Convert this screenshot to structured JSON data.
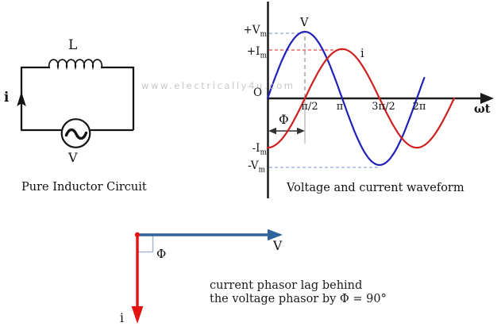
{
  "watermark": "www.electrically4u.com",
  "colors": {
    "wave_blue": "#2121b8",
    "wave_red": "#cf2020",
    "dash_blue": "#8fa7d9",
    "dash_red": "#e04848",
    "phasor_blue": "#31639c",
    "phasor_red": "#e51212",
    "axis_black": "#1c1c1c",
    "guide_gray": "#9a9a9a",
    "watermark_gray": "#c7c7c7"
  },
  "circuit": {
    "caption": "Pure Inductor Circuit",
    "inductor_label": "L",
    "current_label": "i",
    "source_label": "V"
  },
  "waveform": {
    "caption": "Voltage and current waveform",
    "origin_label": "O",
    "x_axis_label": "ωt",
    "x_ticks": [
      "π/2",
      "π",
      "3π/2",
      "2π"
    ],
    "y_labels": [
      {
        "t": "+V",
        "s": "m"
      },
      {
        "t": "+I",
        "s": "m"
      },
      {
        "t": "-I",
        "s": "m"
      },
      {
        "t": "-V",
        "s": "m"
      }
    ],
    "curve_labels": {
      "voltage": "V",
      "current": "i"
    },
    "phase_label": "Φ"
  },
  "phasor": {
    "v_label": "V",
    "i_label": "i",
    "angle_label": "Φ",
    "note_line1": "current phasor lag behind",
    "note_line2": "the voltage phasor by Φ = 90°"
  },
  "chart_data": {
    "type": "line",
    "title": "Voltage and current waveform",
    "xlabel": "ωt",
    "ylabel": "",
    "x_ticks_pi": [
      0.5,
      1,
      1.5,
      2
    ],
    "x_tick_labels": [
      "π/2",
      "π",
      "3π/2",
      "2π"
    ],
    "y_levels": {
      "+Vm": 1.0,
      "+Im": 0.74,
      "-Im": -0.74,
      "-Vm": -1.0
    },
    "series": [
      {
        "name": "V",
        "color": "#2121b8",
        "amplitude_rel": 1.0,
        "phase_deg": 0,
        "t_start_pi": 0,
        "t_end_pi": 2.1
      },
      {
        "name": "i",
        "color": "#cf2020",
        "amplitude_rel": 0.74,
        "phase_deg": -90,
        "t_start_pi": 0,
        "t_end_pi": 2.5
      }
    ],
    "phase_shift": "Φ = 90°",
    "note": "current i lags voltage V by 90°",
    "grid": false,
    "legend_position": "on-curve"
  }
}
